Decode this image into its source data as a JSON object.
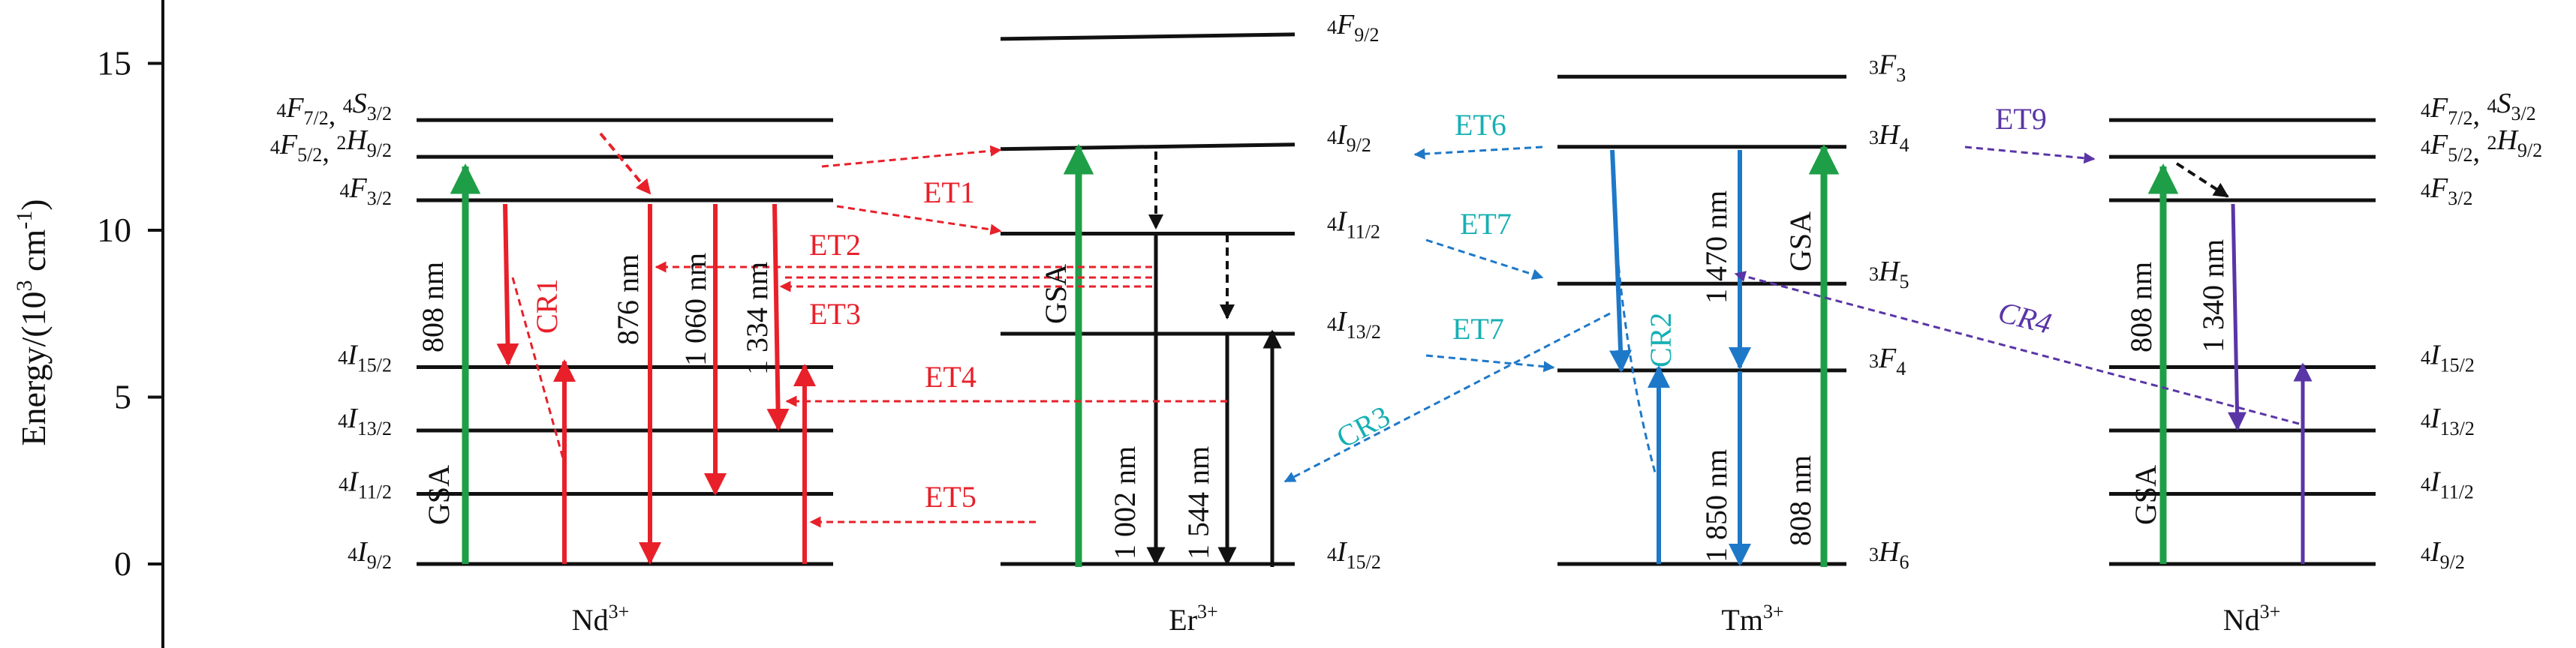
{
  "axis": {
    "label_main": "Energy/(10",
    "label_exp": "3",
    "label_unit": " cm",
    "label_unit_exp": "-1",
    "label_close": ")",
    "ticks": [
      {
        "value": 0,
        "label": "0"
      },
      {
        "value": 5,
        "label": "5"
      },
      {
        "value": 10,
        "label": "10"
      },
      {
        "value": 15,
        "label": "15"
      }
    ]
  },
  "ions": [
    {
      "id": "nd_left",
      "name": "Nd",
      "charge": "3+"
    },
    {
      "id": "er",
      "name": "Er",
      "charge": "3+"
    },
    {
      "id": "tm",
      "name": "Tm",
      "charge": "3+"
    },
    {
      "id": "nd_right",
      "name": "Nd",
      "charge": "3+"
    }
  ],
  "levels": {
    "nd_left": [
      {
        "energy": 0,
        "label": [
          [
            "",
            "4"
          ],
          [
            "I",
            "9/2",
            "it"
          ]
        ]
      },
      {
        "energy": 2.1,
        "label": [
          [
            "",
            "4"
          ],
          [
            "I",
            "11/2",
            "it"
          ]
        ]
      },
      {
        "energy": 4.0,
        "label": [
          [
            "",
            "4"
          ],
          [
            "I",
            "13/2",
            "it"
          ]
        ]
      },
      {
        "energy": 5.9,
        "label": [
          [
            "",
            "4"
          ],
          [
            "I",
            "15/2",
            "it"
          ]
        ]
      },
      {
        "energy": 10.9,
        "label": [
          [
            "",
            "4"
          ],
          [
            "F",
            "3/2",
            "it"
          ]
        ]
      },
      {
        "energy": 12.2,
        "label": [
          [
            "",
            "4"
          ],
          [
            "F",
            "5/2",
            "it"
          ],
          [
            ", ",
            ""
          ],
          [
            "",
            "2"
          ],
          [
            "H",
            "9/2",
            "it"
          ]
        ]
      },
      {
        "energy": 13.3,
        "label": [
          [
            "",
            "4"
          ],
          [
            "F",
            "7/2",
            "it"
          ],
          [
            ", ",
            ""
          ],
          [
            "",
            "4"
          ],
          [
            "S",
            "3/2",
            "it"
          ]
        ]
      }
    ],
    "er": [
      {
        "energy": 0,
        "label": [
          [
            "",
            "4"
          ],
          [
            "I",
            "15/2",
            "it"
          ]
        ]
      },
      {
        "energy": 6.9,
        "label": [
          [
            "",
            "4"
          ],
          [
            "I",
            "13/2",
            "it"
          ]
        ]
      },
      {
        "energy": 9.9,
        "label": [
          [
            "",
            "4"
          ],
          [
            "I",
            "11/2",
            "it"
          ]
        ]
      },
      {
        "energy": 12.5,
        "label": [
          [
            "",
            "4"
          ],
          [
            "I",
            "9/2",
            "it"
          ]
        ]
      },
      {
        "energy": 15.8,
        "label": [
          [
            "",
            "4"
          ],
          [
            "F",
            "9/2",
            "it"
          ]
        ]
      }
    ],
    "tm": [
      {
        "energy": 0,
        "label": [
          [
            "",
            "3"
          ],
          [
            "H",
            "6",
            "it"
          ]
        ]
      },
      {
        "energy": 5.8,
        "label": [
          [
            "",
            "3"
          ],
          [
            "F",
            "4",
            "it"
          ]
        ]
      },
      {
        "energy": 8.4,
        "label": [
          [
            "",
            "3"
          ],
          [
            "H",
            "5",
            "it"
          ]
        ]
      },
      {
        "energy": 12.5,
        "label": [
          [
            "",
            "3"
          ],
          [
            "H",
            "4",
            "it"
          ]
        ]
      },
      {
        "energy": 14.6,
        "label": [
          [
            "",
            "3"
          ],
          [
            "F",
            "3",
            "it"
          ]
        ]
      }
    ],
    "nd_right": [
      {
        "energy": 0,
        "label": [
          [
            "",
            "4"
          ],
          [
            "I",
            "9/2",
            "it"
          ]
        ]
      },
      {
        "energy": 2.1,
        "label": [
          [
            "",
            "4"
          ],
          [
            "I",
            "11/2",
            "it"
          ]
        ]
      },
      {
        "energy": 4.0,
        "label": [
          [
            "",
            "4"
          ],
          [
            "I",
            "13/2",
            "it"
          ]
        ]
      },
      {
        "energy": 5.9,
        "label": [
          [
            "",
            "4"
          ],
          [
            "I",
            "15/2",
            "it"
          ]
        ]
      },
      {
        "energy": 10.9,
        "label": [
          [
            "",
            "4"
          ],
          [
            "F",
            "3/2",
            "it"
          ]
        ]
      },
      {
        "energy": 12.2,
        "label": [
          [
            "",
            "4"
          ],
          [
            "F",
            "5/2",
            "it"
          ],
          [
            ", ",
            ""
          ],
          [
            "",
            "2"
          ],
          [
            "H",
            "9/2",
            "it"
          ]
        ]
      },
      {
        "energy": 13.3,
        "label": [
          [
            "",
            "4"
          ],
          [
            "F",
            "7/2",
            "it"
          ],
          [
            ", ",
            ""
          ],
          [
            "",
            "4"
          ],
          [
            "S",
            "3/2",
            "it"
          ]
        ]
      }
    ]
  },
  "transition_labels": {
    "nd_808": "808 nm",
    "nd_876": "876 nm",
    "nd_1060": "1 060 nm",
    "nd_1334": "1 334 nm",
    "nd_gsa": "GSA",
    "cr1": "CR1",
    "er_gsa": "GSA",
    "er_1002": "1 002 nm",
    "er_1544": "1 544 nm",
    "tm_1470": "1 470 nm",
    "tm_gsa": "GSA",
    "cr2": "CR2",
    "tm_1850": "1 850 nm",
    "tm_808": "808 nm",
    "ndr_808": "808 nm",
    "ndr_1340": "1 340 nm",
    "ndr_gsa": "GSA"
  },
  "transfer_labels": {
    "et1": "ET1",
    "et2": "ET2",
    "et3": "ET3",
    "et4": "ET4",
    "et5": "ET5",
    "et6": "ET6",
    "et7a": "ET7",
    "et7b": "ET7",
    "cr3": "CR3",
    "et9": "ET9",
    "cr4": "CR4"
  },
  "colors": {
    "red": "#e8202a",
    "green": "#1f9e48",
    "blue": "#1e78c8",
    "cyan": "#16b0b4",
    "purple": "#5a35a6",
    "black": "#111111"
  }
}
